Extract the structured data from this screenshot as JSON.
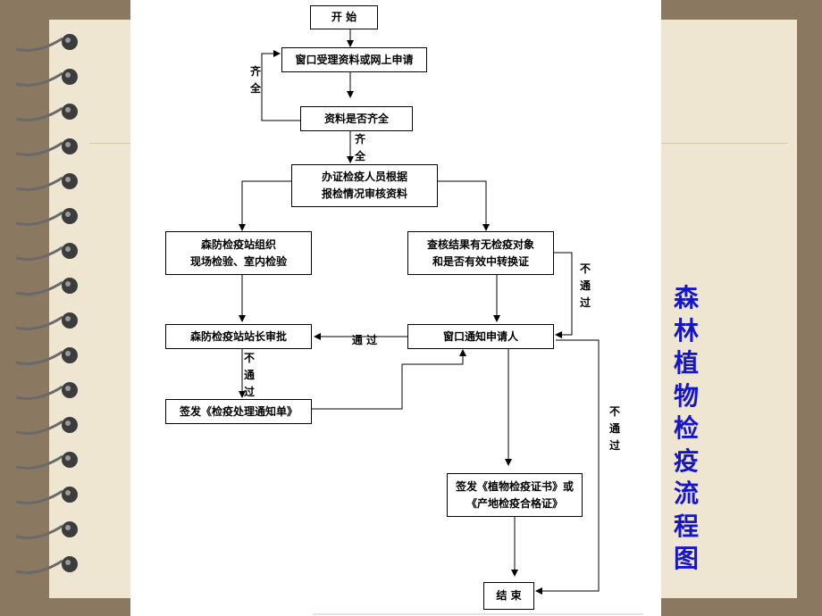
{
  "title": "森\n林\n植\n物\n检\n疫\n流\n程\n图",
  "colors": {
    "background": "#8a7860",
    "paper": "#efe6d2",
    "title": "#1515cc"
  },
  "decor": {
    "left_decor": "spiral-binding-rings",
    "paper_style": "lined-notebook"
  },
  "nodes": {
    "start": "开  始",
    "receive": "窗口受理资料或网上申请",
    "check": "资料是否齐全",
    "review": "办证检疫人员根据\n报检情况审核资料",
    "onsite": "森防检疫站组织\n现场检验、室内检验",
    "verify": "查核结果有无检疫对象\n和是否有效中转换证",
    "approve": "森防检疫站站长审批",
    "notify": "窗口通知申请人",
    "issue_notice": "签发《检疫处理通知单》",
    "issue_cert": "签发《植物检疫证书》或\n《产地检疫合格证》",
    "end": "结 束"
  },
  "edge_labels": {
    "incomplete": "齐\n全",
    "complete": "齐\n全",
    "pass": "通   过",
    "fail_verify": "不\n通\n过",
    "fail_approve": "不\n通\n过",
    "fail_notify": "不\n通\n过"
  }
}
